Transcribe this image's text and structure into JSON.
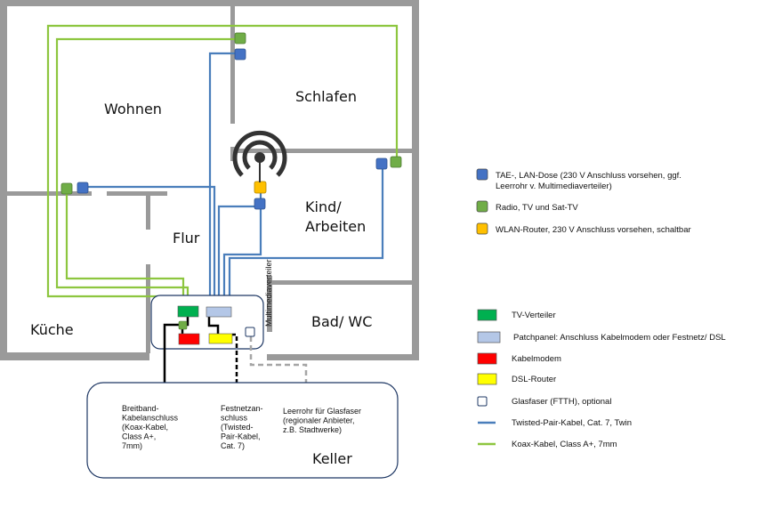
{
  "rooms": {
    "wohnen": "Wohnen",
    "schlafen": "Schlafen",
    "kind_line1": "Kind/",
    "kind_line2": "Arbeiten",
    "flur": "Flur",
    "kueche": "Küche",
    "bad": "Bad/ WC",
    "keller": "Keller"
  },
  "multimedia_label": "Multimediaverteiler",
  "keller_labels": {
    "breitband": [
      "Breitband-",
      "Kabelanschluss",
      "(Koax-Kabel,",
      "Class A+,",
      "7mm)"
    ],
    "festnetz": [
      "Festnetzan-",
      "schluss",
      "(Twisted-",
      "Pair-Kabel,",
      "Cat. 7)"
    ],
    "glasfaser": [
      "Leerrohr für Glasfaser",
      "(regionaler Anbieter,",
      "z.B. Stadtwerke)"
    ]
  },
  "legend_top": [
    {
      "lines": [
        "TAE-, LAN-Dose (230 V Anschluss vorsehen, ggf.",
        "Leerrohr v. Multimediaverteiler)"
      ],
      "color": "#4472c4"
    },
    {
      "lines": [
        "Radio, TV und Sat-TV"
      ],
      "color": "#70ad47"
    },
    {
      "lines": [
        "WLAN-Router, 230 V Anschluss vorsehen, schaltbar"
      ],
      "color": "#ffc000"
    }
  ],
  "legend_bottom": [
    {
      "key": "tv",
      "label": "TV-Verteiler",
      "color": "#00b050"
    },
    {
      "key": "patch",
      "label": "Patchpanel: Anschluss Kabelmodem oder Festnetz/ DSL",
      "color": "#b4c7e7"
    },
    {
      "key": "modem",
      "label": "Kabelmodem",
      "color": "#ff0000"
    },
    {
      "key": "dsl",
      "label": "DSL-Router",
      "color": "#ffff00"
    },
    {
      "key": "ftth",
      "label": "Glasfaser (FTTH), optional",
      "color": "#ffffff"
    },
    {
      "key": "tp",
      "label": "Twisted-Pair-Kabel, Cat. 7, Twin",
      "color": "#4472c4"
    },
    {
      "key": "koax",
      "label": "Koax-Kabel, Class A+, 7mm",
      "color": "#70ad47"
    }
  ],
  "colors": {
    "wall": "#999999",
    "wall_outer": "#9a9a9a",
    "blue_cable": "#4a7ebb",
    "green_cable": "#8dc63f",
    "wlan_icon": "#333333"
  }
}
